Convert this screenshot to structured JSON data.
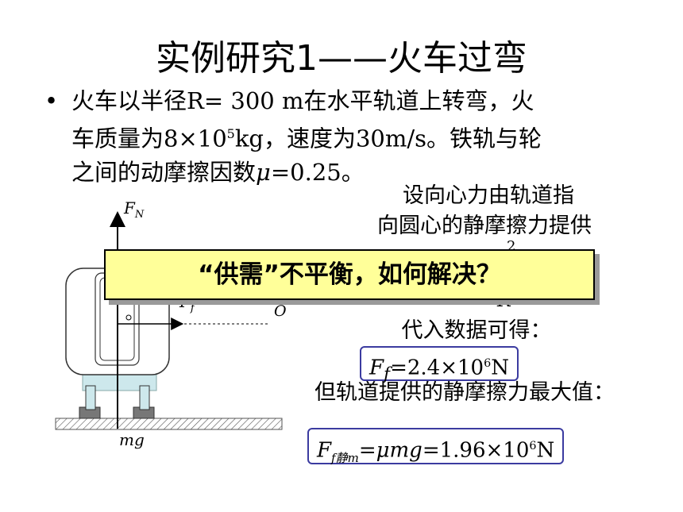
{
  "slide": {
    "title": "实例研究1——火车过弯"
  },
  "problem": {
    "bullet": "•",
    "line1_a": "火车以半径",
    "line1_b": "R= 300 m",
    "line1_c": "在水平轨道上转弯，火",
    "line2_a": "车质量为",
    "line2_b": "8×10",
    "line2_exp": "5",
    "line2_c": "kg",
    "line2_d": "，速度为",
    "line2_e": "30m/s",
    "line2_f": "。铁轨与轮",
    "line3_a": "之间的动摩擦因数",
    "line3_b": "μ",
    "line3_c": "=0.25",
    "line3_d": "。"
  },
  "analysis": {
    "assume_line1": "设向心力由轨道指",
    "assume_line2": "向圆心的静摩擦力提供",
    "partial_v2": "2",
    "partial_R": "R",
    "substitute": "代入数据可得：",
    "result1_var": "F",
    "result1_sub": "f",
    "result1_value": "=2.4×10",
    "result1_exp": "6",
    "result1_unit": "N",
    "max_text": "但轨道提供的静摩擦力最大值：",
    "result2_var": "F",
    "result2_sub": "f静m",
    "result2_eq": "=",
    "result2_mu": "μmg",
    "result2_value": "=1.96×10",
    "result2_exp": "6",
    "result2_unit": "N"
  },
  "diagram": {
    "fn_label": "F",
    "fn_sub": "N",
    "ff_label": "F",
    "ff_sub": "f",
    "o_label": "O",
    "mg_label": "mg"
  },
  "banner": {
    "text": "“供需”不平衡，如何解决？"
  },
  "colors": {
    "banner_bg": "#ffff99",
    "box_border": "#3b3ba0",
    "wheel_fill": "#cde8ec"
  }
}
